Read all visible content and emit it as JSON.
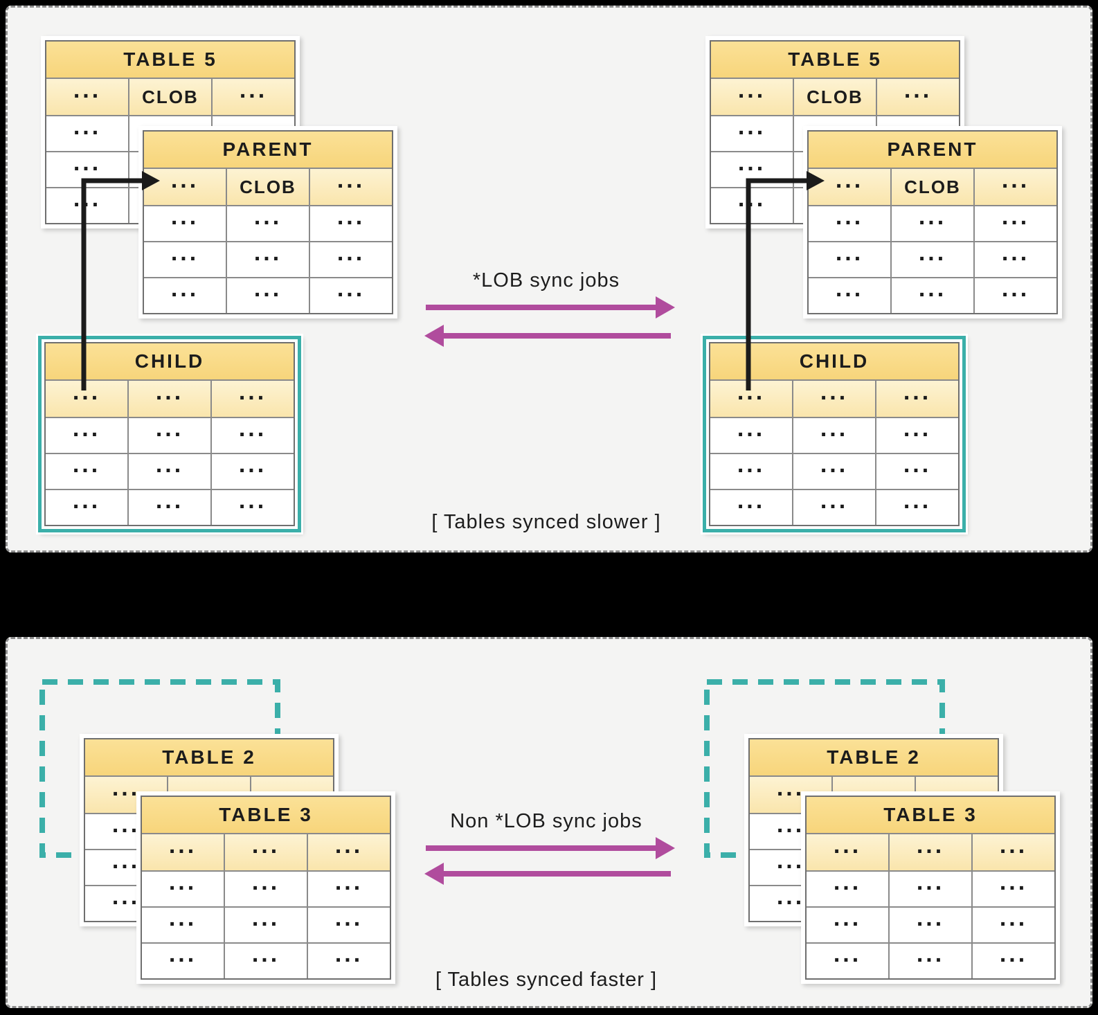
{
  "top_panel": {
    "arrow_label": "*LOB sync jobs",
    "caption": "[ Tables synced slower ]",
    "tables": {
      "table5": {
        "title": "TABLE 5",
        "columns": [
          "...",
          "CLOB",
          "..."
        ],
        "rows": [
          [
            "...",
            "...",
            "..."
          ],
          [
            "...",
            "...",
            "..."
          ],
          [
            "...",
            "...",
            "..."
          ]
        ]
      },
      "parent": {
        "title": "PARENT",
        "columns": [
          "...",
          "CLOB",
          "..."
        ],
        "rows": [
          [
            "...",
            "...",
            "..."
          ],
          [
            "...",
            "...",
            "..."
          ],
          [
            "...",
            "...",
            "..."
          ]
        ]
      },
      "child": {
        "title": "CHILD",
        "columns": [
          "...",
          "...",
          "..."
        ],
        "rows": [
          [
            "...",
            "...",
            "..."
          ],
          [
            "...",
            "...",
            "..."
          ],
          [
            "...",
            "...",
            "..."
          ]
        ]
      }
    }
  },
  "bottom_panel": {
    "arrow_label": "Non *LOB sync jobs",
    "caption": "[ Tables synced faster ]",
    "tables": {
      "table2": {
        "title": "TABLE 2",
        "columns": [
          "...",
          "...",
          "..."
        ],
        "rows": [
          [
            "...",
            "...",
            "..."
          ],
          [
            "...",
            "...",
            "..."
          ],
          [
            "...",
            "...",
            "..."
          ]
        ]
      },
      "table3": {
        "title": "TABLE 3",
        "columns": [
          "...",
          "...",
          "..."
        ],
        "rows": [
          [
            "...",
            "...",
            "..."
          ],
          [
            "...",
            "...",
            "..."
          ],
          [
            "...",
            "...",
            "..."
          ]
        ]
      }
    }
  },
  "colors": {
    "page_background": "#000000",
    "panel_background": "#f4f4f3",
    "table_header_gold": "#f9da86",
    "table_colhead_gold": "#fceec6",
    "teal_accent": "#3bafa9",
    "sync_arrow_magenta": "#b04c9d",
    "relation_arrow_black": "#1b1b1b",
    "grid_gray": "#8a8a8a"
  }
}
